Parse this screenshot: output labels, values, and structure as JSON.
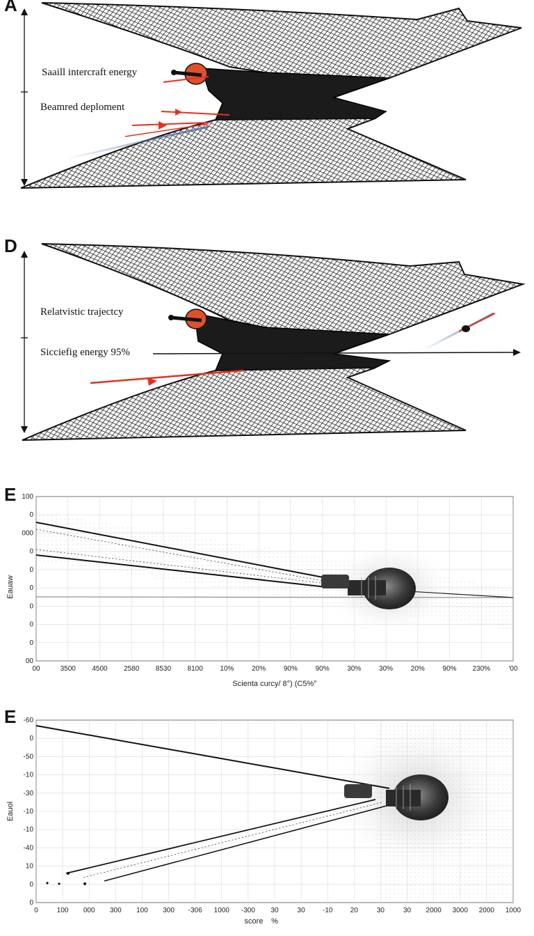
{
  "panels": {
    "a": {
      "letter": "A",
      "labels": [
        "Saaill intercraft energy",
        "Beamred deploment"
      ]
    },
    "d": {
      "letter": "D",
      "labels": [
        "Relatvistic trajectcy",
        "Sicciefig energy 95%"
      ]
    },
    "e1": {
      "letter": "E",
      "y_ticks": [
        "100",
        "0",
        "000",
        "0",
        "0",
        "0",
        "0",
        "0",
        "0",
        "00"
      ],
      "x_ticks": [
        "00",
        "3500",
        "4500",
        "2580",
        "8530",
        "8100",
        "10%",
        "20%",
        "90%",
        "90%",
        "30%",
        "30%",
        "20%",
        "90%",
        "230%",
        "'00"
      ],
      "x_label": "Scienta curcy/ 8°) (C5%°",
      "y_label": "Eauaw"
    },
    "e2": {
      "letter": "E",
      "y_ticks": [
        "-60",
        "0",
        "-50",
        "-10",
        "-30",
        "-10",
        "-10",
        "-40",
        "10",
        "0",
        "0"
      ],
      "x_ticks": [
        "0",
        "100",
        "000",
        "300",
        "100",
        "300",
        "-306",
        "1000",
        "-300",
        "30",
        "30",
        "-10",
        "20",
        "30",
        "30",
        "2000",
        "3000",
        "2000",
        "1000"
      ],
      "x_label": "score",
      "x_label_unit": "%",
      "y_label": "Eauol"
    }
  },
  "colors": {
    "mesh": "#1a1a1a",
    "accent_red": "#e53020",
    "pod_orange": "#e0502a",
    "beam_blue": "#4a6fa0",
    "grid": "#d8d8d8"
  }
}
